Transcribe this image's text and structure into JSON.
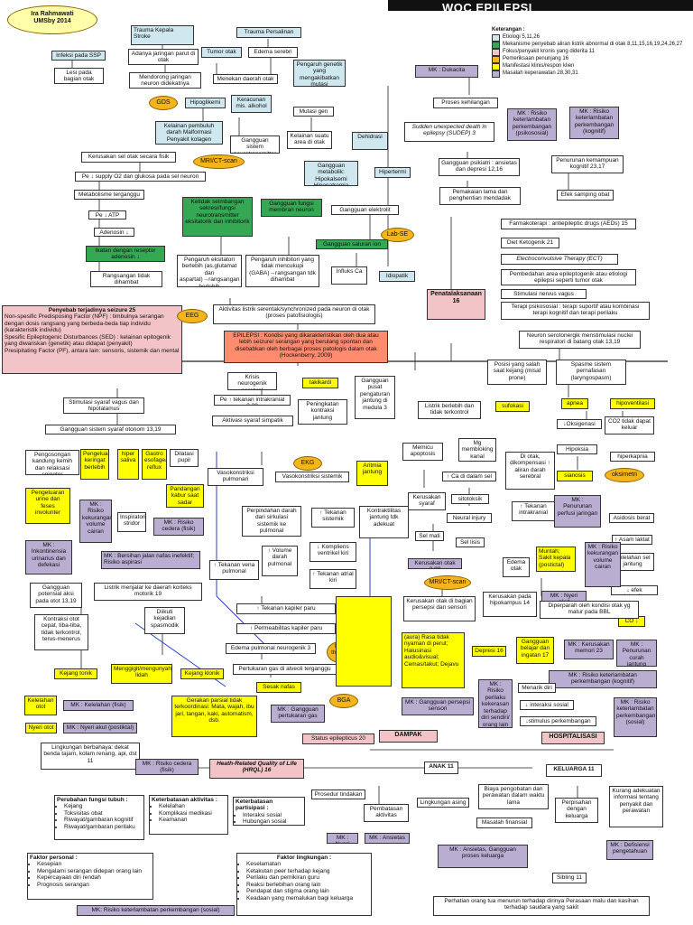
{
  "header": {
    "title": "WOC EPILEPSI",
    "author": "Ira Rahmawati",
    "org": "UMSby 2014"
  },
  "legend": {
    "title": "Keterangan :",
    "items": [
      {
        "label": "Etiologi 5,11,26",
        "color": "#cfe7ee"
      },
      {
        "label": "Mekanisme penyebab aliran listrik abnormal di otak 8,11,15,16,19,24,26,27",
        "color": "#34a853"
      },
      {
        "label": "Fokus/penyakit kronis yang diderita 11",
        "color": "#f2c4c8"
      },
      {
        "label": "Pemeriksaan penunjang 16",
        "color": "#f4b41a"
      },
      {
        "label": "Manifestasi klinis/respon klien",
        "color": "#ffff00"
      },
      {
        "label": "Masalah keperawatan 28,30,31",
        "color": "#b9aed1"
      }
    ]
  },
  "ovals": {
    "gds": "GDS",
    "mri1": "MRI/CT-scan",
    "labse": "Lab-SE",
    "eeg": "EEG",
    "ekg": "EKG",
    "oksimetri": "oksimetri",
    "mri2": "MRI/CT-scan",
    "foto": "Foto thoraks",
    "bga": "BGA"
  },
  "nodes": {
    "trauma_kepala": "Trauma Kepala",
    "stroke": "Stroke",
    "trauma_persalinan": "Trauma Persalinan",
    "infeksi_ssp": "Infeksi pada SSP",
    "adanya_jaringan": "Adanya jaringan parut di otak",
    "tumor_otak": "Tumor otak",
    "edema_serebri": "Edema serebri",
    "lesi": "Lesi pada bagian otak",
    "mendorong": "Mendorong jaringan neuron didekatnya",
    "menekan": "Menekan daerah otak",
    "pengaruh_genetik": "Pengaruh genetik yang mengakibatkan mutasi",
    "hipoglikemi": "Hipoglikemi",
    "keracunan": "Keracunan mis. alkohol",
    "mutasi_gen": "Mutasi gen",
    "kelainan_pembuluh": "Kelainan pembuluh darah Malformasi Penyakit kolagen",
    "gangguan_sistem_neuro": "Gangguan sistem neurotransmitter",
    "kelainan_suatu": "Kelainan suatu area di otak",
    "dehidrasi": "Dehidrasi",
    "kerusakan_sel": "Kerusakan sel otak secara fisik",
    "gangguan_metabolik": "Gangguan metabolik: Hipokalsemi Hiponatremia",
    "hipertermi": "Hipertermi",
    "pe_supply": "Pe ↓ supply O2 dan glukosa pada sel neuron",
    "metabolisme": "Metabolisme terganggu",
    "pe_atp": "Pe ↓ ATP",
    "adenosin": "Adenosin ↓",
    "ikatan_adenosin": "Ikatan dengan reseptor adenosin ↓",
    "rangsangan": "Rangsangan tidak dihambat",
    "ketidak_seimbangan": "Ketidak seimbangan sekresi/fungsi neurotransmitter eksitatorik dan inhibitorik",
    "gangguan_fungsi_membran": "Gangguan fungsi membran neuron",
    "gangguan_elektrolit": "Gangguan elektrolit",
    "pengaruh_eksitatori": "Pengaruh eksitatori berlebih (as.glutamat dan aspartat)→rangsangan berlebih",
    "pengaruh_inhibitori": "Pengaruh inhibitori yang tidak mencukupi (GABA)→rangsangan tdk dihambat",
    "gangguan_saluran_ion": "Gangguan saluran ion",
    "influks_ca": "Influks Ca",
    "idiopatik": "Idiopatik",
    "aktivitas_listrik": "Aktivitas listrik serentak/synchronized pada neuron di otak (proses patofisiologis)",
    "mk_dukacita": "MK : Dukacita",
    "proses_kehilangan": "Proses kehilangan",
    "sudep": "Sudden unexpected death in epilepsy (SUDEP) 3",
    "mk_risiko_psikososial": "MK : Risiko keterlambatan perkembangan (psikososial)",
    "mk_risiko_kognitif": "MK : Risiko keterlambatan perkembangan (kognitif)",
    "gangguan_psikiatri": "Gangguan psikiatri : ansietas dan depresi 12,16",
    "penurunan_kemampuan": "Penurunan kemampuan kognitif 23,17",
    "pemakaian_lama": "Pemakaian lama dan penghentian mendadak",
    "efek_samping": "Efek samping obat",
    "farmakoterapi": "Farmakoterapi : antiepileptic drugs (AEDs) 15",
    "diet_ketogenik": "Diet Ketogenik 21",
    "ect": "Electroconvulsive Therapy (ECT)",
    "pembedahan": "Pembedahan area epileptogenik atau etiologi epilepsi seperti tumor otak",
    "stimulasi_nervus": "Stimulasi nervus vagus",
    "terapi_psikososial": "Terapi psikososial : terapi suportif atau kombinasi terapi kognitif dan terapi perilaku",
    "penatalaksanaan": "Penatalaksanaan 16",
    "penyebab_title": "Penyebab terjadinya seizure 25",
    "penyebab_1": "Non-spesific Predisposing Factor (NPF) : timbulnya serangan dengan dosis rangsang yang berbeda-beda tiap individu (karakteristik individu)",
    "penyebab_2": "Spesific Epileptogenic Disturbances (SED) : kelainan epitogenik yang diwariskan (genetik) atau didapat (penyakit)",
    "penyebab_3": "Presipitating Factor (PF), antara lain: sensoris, sistemik dan mental",
    "epilepsi": "EPILEPSI : Kondisi yang dikarakteristikan oleh dua atau lebih seizure/ serangan yang berulang spontan dan disebabkan oleh berbagai proses patologis dalam otak (Hockenberry, 2009)",
    "neuron_serotonergik": "Neuron serotonergik menstimulasi nuclei respiratori di batang otak 13,19",
    "posisi_kejang": "Posisi yang salah saat kejang (misal prone)",
    "spasme": "Spasme sistem pernafasan (laryngospasm)",
    "sufokasi": "sufokasi",
    "apnea": "apnea",
    "hipoventilasi": "hipoventilasi",
    "oksigenasi": "↓Oksigenasi",
    "co2": "CO2 tidak dapat keluar",
    "hipoksia": "Hipoksia",
    "hiperkapnia": "hiperkapnia",
    "sianosis": "sianosis",
    "mk_penurunan_perfusi": "MK : Penurunan perfusi jaringan",
    "asidosis": "Asidosis berat",
    "asam_laktat": "↑ Asam laktat",
    "kelelahan_jantung": "Kelelahan sel jantung",
    "efek_miokardium": "↓ efek miokardium",
    "co_turun": "CO ↓",
    "mk_penurunan_curah": "MK : Penurunan curah jantung",
    "stimulasi_vagus": "Stimulasi syaraf vagus dan hipotalamus",
    "gangguan_otonom": "Gangguan sistem syaraf otonom 13,19",
    "pengosongan": "Pengosongan kandung kemih dan relaksasi spingter",
    "pengeluaran_keringat": "Pengeluaran keringat berlebih",
    "hiper_saliva": "hiper saliva",
    "gastro": "Gastro esofageal reflux",
    "dilatasi_pupil": "Dilatasi pupil",
    "pengeluaran_urine": "Pengeluaran urine dan feses involunter",
    "mk_kekurangan_volume": "MK : Risiko kekurangan volume cairan",
    "inspiratori": "Inspiratori stridor",
    "pandangan_kabur": "Pandangan kabur saat sadar",
    "mk_risiko_cedera_1": "MK : Risiko cedera (fisik)",
    "mk_inkontinensia": "MK : Inkontinensia urinarius dan defekasi",
    "mk_bersihan": "MK : Bersihan jalan nafas inefektif; Risiko aspirasi",
    "krisis_neurogenik": "Krisis neurogenik serebral",
    "takikardi": "takikardi",
    "pe_tekanan_intrakranial": "Pe ↑ tekanan intrakranial 3,30",
    "peningkatan_kontraksi": "Peningkatan kontraksi jantung",
    "aktivasi_simpatik": "Aktivasi syaraf simpatik",
    "vasokonstriksi_pulmonari": "Vasokonstriksi pulmonari",
    "vasokonstriksi_sistemik": "Vasokonstriksi sistemik",
    "gangguan_pusat_pengaturan": "Gangguan pusat pengaturan jantung di medula 3",
    "aritmia": "Aritmia jantung",
    "perpindahan_darah": "Perpindahan darah dari sirkulasi sistemik ke pulmonal",
    "tekanan_sistemik": "↑ Tekanan sistemik",
    "kontraktilitas": "Kontraktilitas jantung tdk adekuat",
    "kompliens": "↓ Kompliens ventrikel kiri",
    "volume_darah": "↑ Volume darah pulmonal",
    "tekanan_vena": "↑ Tekanan vena pulmonal",
    "tekanan_atrial": "↑ Tekanan atrial kiri",
    "tekanan_kapiler": "↑ Tekanan kapiler paru",
    "permeabilitas": "↑ Permeabilitas kapiler paru",
    "edema_pulmonal": "Edema pulmonal neurogenik 3",
    "pertukaran_gas": "Pertukaran gas di alveoli terganggu",
    "sesak_nafas": "Sesak nafas",
    "mk_gangguan_pertukaran": "MK : Gangguan pertukaran gas",
    "status_epilepticus": "Status epilepticus 20",
    "gangguan_potensial": "Gangguan potensial aksi pada otot 13,19",
    "listrik_menjalar": "Listrik menjalar ke daerah korteks motorik 19",
    "kontraksi_otot": "Kontraksi otot cepat, tiba-tiba, tidak terkontrol, terus-menerus",
    "diikuti_spasmodik": "Diikuti kejadian spasmodik",
    "kejang_tonik": "Kejang tonik",
    "menggigit_lidah": "Menggigit/mengunyah lidah",
    "kejang_klonik": "Kejang klonik",
    "kelelahan_otot": "Kelelahan otot",
    "mk_kelelahan": "MK : Kelelahan (fisik)",
    "nyeri_otot": "Nyeri otot",
    "mk_nyeri_akut_postiktal": "MK : Nyeri akut (postiktal)",
    "gerakan_parsial": "Gerakan parsial tidak terkoordinasi: Mata, wajah, ibu jari, tangan, kaki, automatism, dsb.",
    "lingkungan_berbahaya": "Lingkungan berbahaya: dekat benda tajam, kolam renang, api, dst 11",
    "mk_risiko_cedera_2": "MK : Risiko cedera (fisik)",
    "hrql": "Heath-Related Quality of Life (HRQL) 16",
    "listrik_berlebih": "Listrik berlebih dan tidak terkontrol",
    "memicu_apoptosis": "Memicu apoptosis",
    "mg_membloking": "Mg membloking kanal",
    "ca_dalam_sel": "↑ Ca di dalam sel",
    "kerusakan_syaraf": "Kerusakan syaraf",
    "sitotoksik": "sitotoksik",
    "neural_injury": "Neural injury",
    "sel_mati": "Sel mati",
    "sel_lisis": "Sel lisis",
    "di_otak_dikompensasi": "Di otak, dikompensasi ↑ aliran darah serebral",
    "tekanan_intrakranial2": "↑ Tekanan intrakranial",
    "kerusakan_otak": "Kerusakan otak 3,30",
    "edema_otak": "Edema otak",
    "muntah": "Muntah; Sakit kepala (postictal)",
    "mk_risiko_volume2": "MK : Risiko kekurangan volume cairan",
    "mk_nyeri_akut": "MK : Nyeri akut",
    "kerusakan_bagian_persepsi": "Kerusakan otak di bagian persepsi dan sensori",
    "kerusakan_hipokampus": "Kerusakan pada hipokampus 14",
    "diperparah": "Diperparah oleh kondisi otak yg matur pada BBL",
    "aura": "(aura) Rasa tidak nyaman di perut; Halusinasi audio&visual; Cemas/takut; Dejavu",
    "depresi": "Depresi 16",
    "gangguan_belajar": "Gangguan belajar dan ingatan 17",
    "mk_kerusakan_memori": "MK : Kerusakan memori 23",
    "mk_gangguan_persepsi": "MK : Gangguan persepsi sensori",
    "mk_risiko_kekerasan": "MK : Risiko perilaku kekerasan terhadap diri sendiri/ orang lain",
    "menarik_diri": "Menarik diri",
    "interaksi_sosial": "↓ interaksi sosial",
    "stimulus_perkembangan": "↓stimulus perkembangan",
    "mk_risiko_kognitif2": "MK : Risiko keterlambatan perkembangan (kognitif)",
    "mk_risiko_sosial": "MK : Risiko keterlambatan perkembangan (sosial)",
    "dampak": "DAMPAK",
    "hospitalisasi": "HOSPITALISASI",
    "anak": "ANAK 11",
    "keluarga": "KELUARGA 11",
    "perubahan_fungsi_title": "Perubahan fungsi tubuh :",
    "perubahan_fungsi_items": [
      "Kejang",
      "Toksisitas obat",
      "Riwayat/gambaran kognitif",
      "Riwayat/gambaran perilaku"
    ],
    "keterbatasan_aktivitas_title": "Keterbatasan aktivitas :",
    "keterbatasan_aktivitas_items": [
      "Kelelahan",
      "Komplikasi medikasi",
      "Keamanan"
    ],
    "keterbatasan_partisipasi_title": "Keterbatasan partisipasi :",
    "keterbatasan_partisipasi_items": [
      "Interaksi sosial",
      "Hubungan sosial"
    ],
    "faktor_personal_title": "Faktor personal :",
    "faktor_personal_items": [
      "Kesepian",
      "Mengalami serangan didepan orang lain",
      "Kepercayaan diri rendah",
      "Prognosis serangan"
    ],
    "faktor_lingkungan_title": "Faktor lingkungan :",
    "faktor_lingkungan_items": [
      "Keselamatan",
      "Ketakutan peer terhadap kejang",
      "Perilaku dan pemikiran guru",
      "Reaksi berlebihan orang lain",
      "Pendapat dan stigma orang lain",
      "Keadaan yang memalukan bagi keluarga"
    ],
    "mk_risiko_sosial2": "MK: Risiko keterlambatan perkembangan (sosial)",
    "prosedur_tindakan": "Prosedur tindakan",
    "pembatasan_aktivitas": "Pembatasan aktivitas",
    "lingkungan_asing": "Lingkungan asing",
    "mk_nyeri": "MK : Nyeri",
    "mk_ansietas": "MK : Ansietas",
    "biaya_pengobatan": "Biaya pengobatan dan perawatan dalam waktu lama",
    "perpisahan": "Perpisahan dengan keluarga",
    "masalah_finansial": "Masalah finansial",
    "kurang_informasi": "Kurang adekuatan informasi tentang penyakit dan perawatan",
    "mk_ansietas_keluarga": "MK : Ansietas, Gangguan proses keluarga",
    "mk_defisiensi": "MK : Defisiensi pengetahuan",
    "sibling": "Sibling 11",
    "perhatian": "Perhatian orang tua menurun terhadap dirinya Perasaan malu dan kasihan terhadap saudara yang sakit"
  }
}
